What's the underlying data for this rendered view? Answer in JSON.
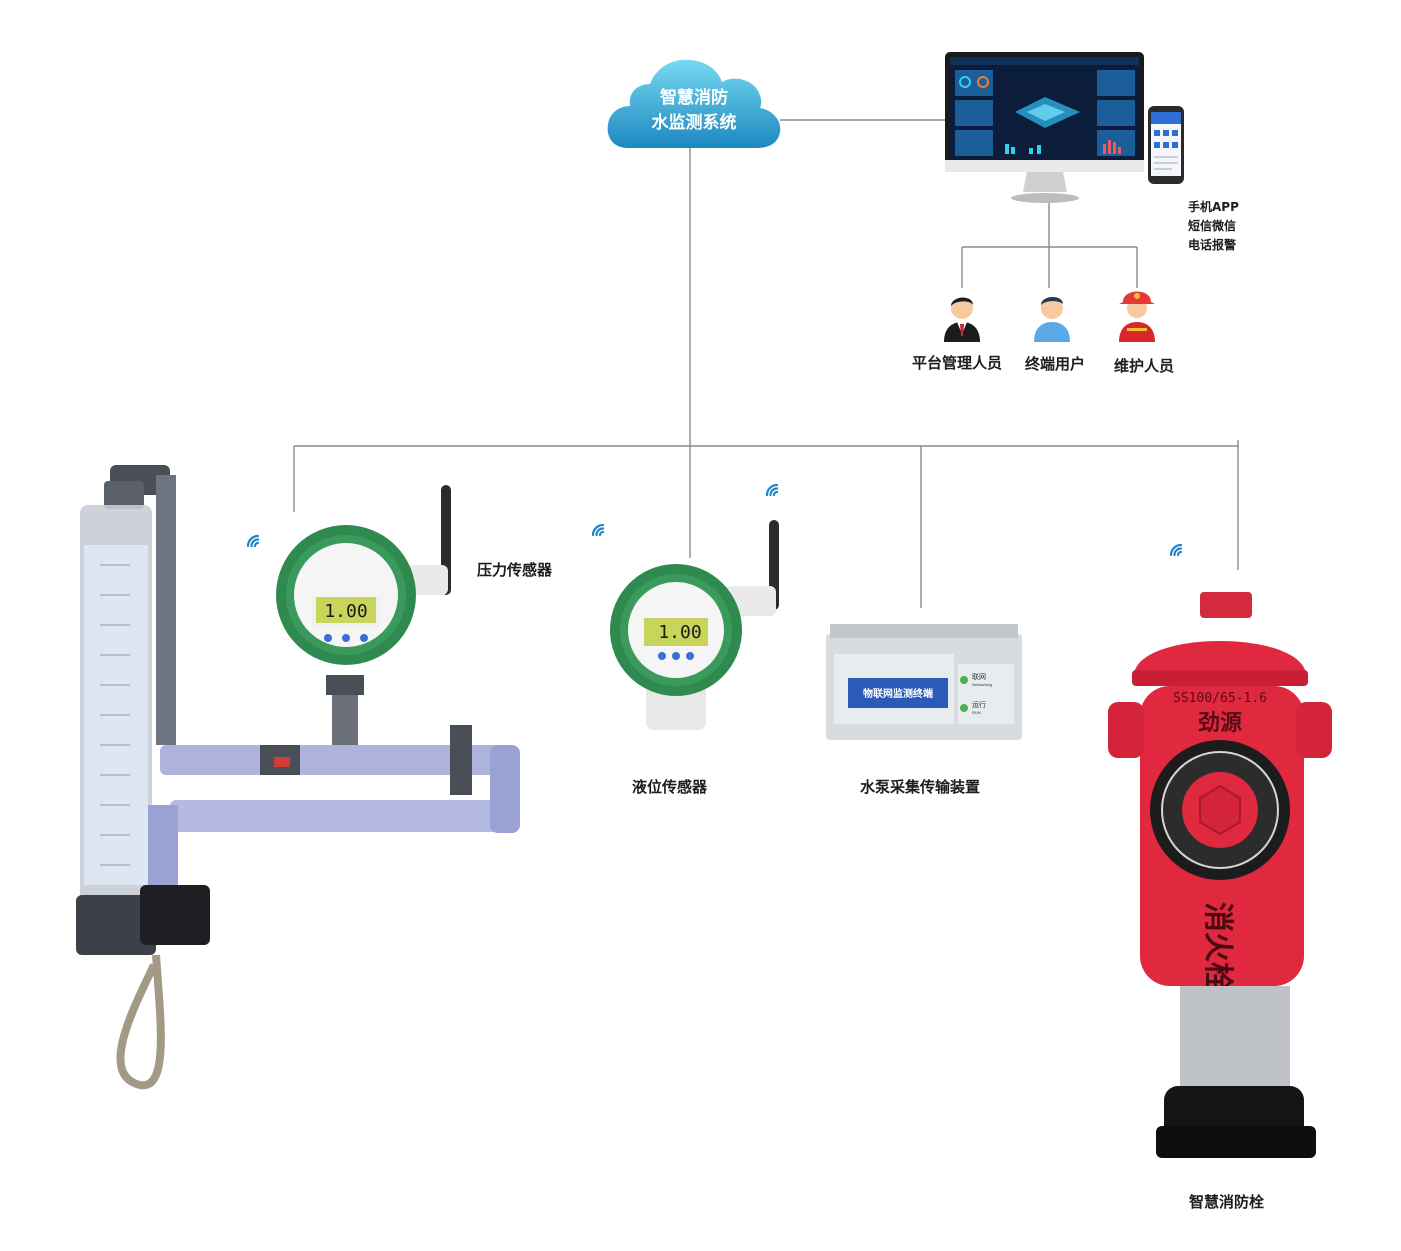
{
  "cloud": {
    "line1": "智慧消防",
    "line2": "水监测系统"
  },
  "alerts": {
    "line1": "手机APP",
    "line2": "短信微信",
    "line3": "电话报警"
  },
  "users": [
    {
      "label": "平台管理人员",
      "icon": "manager-avatar-icon"
    },
    {
      "label": "终端用户",
      "icon": "user-avatar-icon"
    },
    {
      "label": "维护人员",
      "icon": "firefighter-avatar-icon"
    }
  ],
  "devices": {
    "pressure_sensor": {
      "label": "压力传感器",
      "reading": "1.00"
    },
    "level_sensor": {
      "label": "液位传感器",
      "reading": "1.00"
    },
    "pump_terminal": {
      "label": "水泵采集传输装置",
      "screen_text": "物联网监测终端",
      "indicator1": "联网",
      "indicator1_sub": "Networking",
      "indicator2": "运行",
      "indicator2_sub": "RUN"
    },
    "hydrant": {
      "label": "智慧消防栓",
      "marking_top": "SS100/65-1.6",
      "marking_brand": "劲源",
      "marking_body": "消火栓"
    }
  },
  "colors": {
    "cloud_top": "#6fd3ef",
    "cloud_bottom": "#1d8fc4",
    "sensor_green": "#2f8a4f",
    "hydrant_red": "#e0283f",
    "line": "#8a8a8a",
    "wifi": "#1f86c8"
  }
}
